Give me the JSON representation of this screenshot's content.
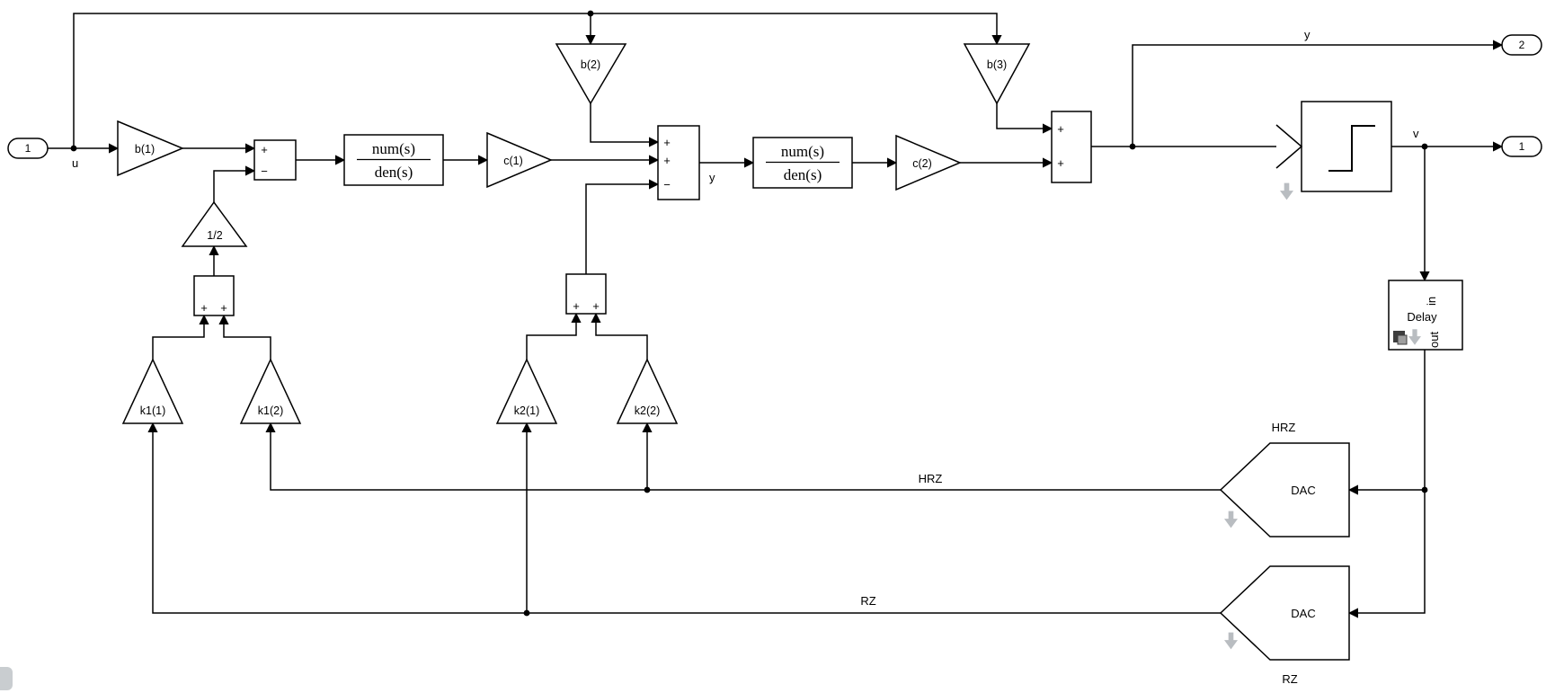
{
  "ports": {
    "in1": "1",
    "out1": "1",
    "out2": "2"
  },
  "gains": {
    "b1": "b(1)",
    "b2": "b(2)",
    "b3": "b(3)",
    "c1": "c(1)",
    "c2": "c(2)",
    "half": "1/2",
    "k11": "k1(1)",
    "k12": "k1(2)",
    "k21": "k2(1)",
    "k22": "k2(2)"
  },
  "transfer_fcn": {
    "num": "num(s)",
    "den": "den(s)"
  },
  "sum_signs": {
    "plus": "+",
    "minus": "−"
  },
  "delay": {
    "name": "Delay",
    "in": "in",
    "out": "out"
  },
  "dac": {
    "label": "DAC"
  },
  "labels": {
    "u": "u",
    "y_mid": "y",
    "y_out": "y",
    "v": "v",
    "hrz_line": "HRZ",
    "rz_line": "RZ",
    "hrz_block": "HRZ",
    "rz_block": "RZ"
  },
  "colors": {
    "line": "#000000",
    "badge": "#b9bdc1",
    "background": "#ffffff"
  }
}
